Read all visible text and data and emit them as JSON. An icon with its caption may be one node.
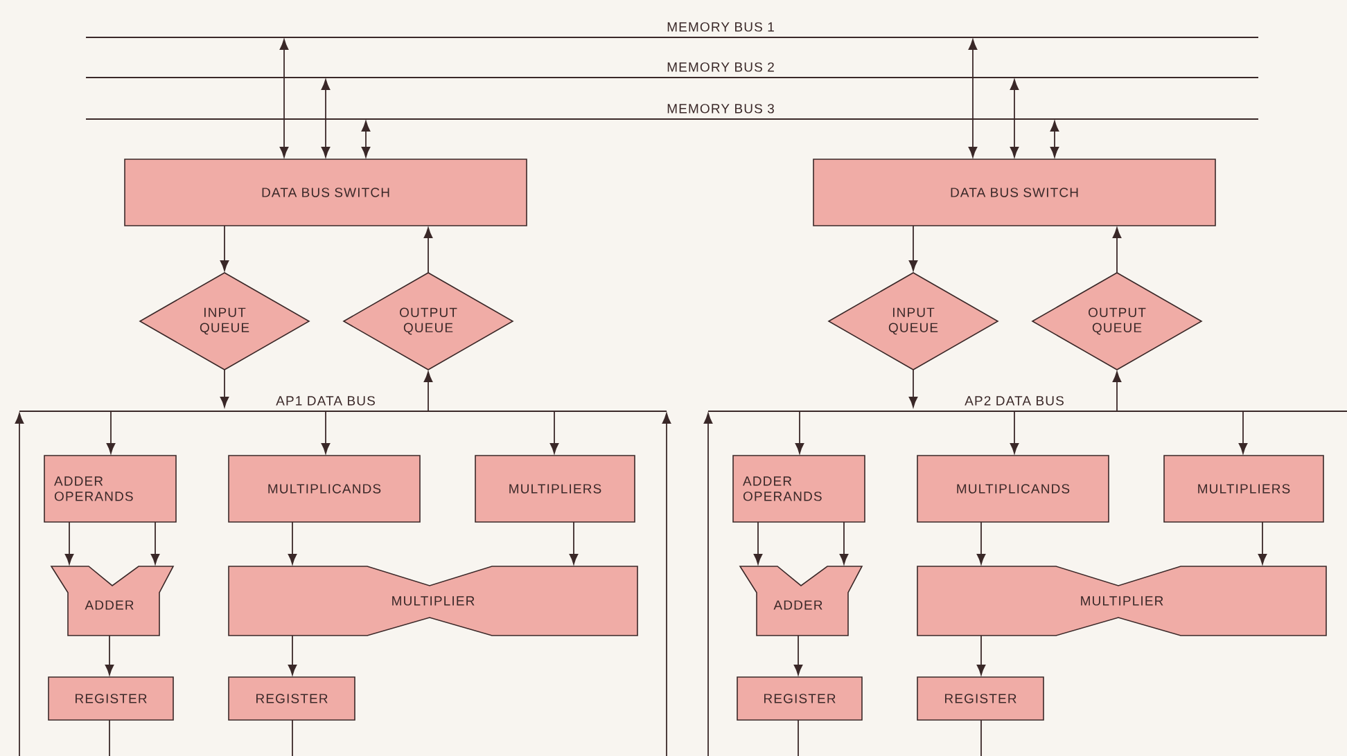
{
  "diagram": {
    "nodes": [
      {
        "text": [],
        "shape": "line",
        "beside": [
          "MEMORY BUS 1"
        ]
      },
      {
        "text": [],
        "shape": "line",
        "beside": [
          "MEMORY BUS 2"
        ]
      },
      {
        "text": [],
        "shape": "line",
        "beside": [
          "MEMORY BUS 3"
        ]
      },
      {
        "text": [
          "DATA BUS SWITCH"
        ]
      },
      {
        "text": [
          "INPUT QUEUE"
        ]
      },
      {
        "text": [
          "OUTPUT QUEUE"
        ]
      },
      {
        "text": [],
        "shape": "line",
        "beside": [
          "AP1 DATA BUS"
        ]
      },
      {
        "text": [
          "ADDER OPERANDS"
        ]
      },
      {
        "text": [
          "MULTIPLICANDS"
        ]
      },
      {
        "text": [
          "MULTIPLIERS"
        ]
      },
      {
        "text": [
          "ADDER"
        ]
      },
      {
        "text": [
          "MULTIPLIER"
        ]
      },
      {
        "text": [
          "REGISTER"
        ]
      },
      {
        "text": [
          "REGISTER"
        ]
      },
      {
        "text": [
          "DATA BUS SWITCH"
        ]
      },
      {
        "text": [
          "INPUT QUEUE"
        ]
      },
      {
        "text": [
          "OUTPUT QUEUE"
        ]
      },
      {
        "text": [],
        "shape": "line",
        "beside": [
          "AP2 DATA BUS"
        ]
      },
      {
        "text": [
          "ADDER OPERANDS"
        ]
      },
      {
        "text": [
          "MULTIPLICANDS"
        ]
      },
      {
        "text": [
          "MULTIPLIERS"
        ]
      },
      {
        "text": [
          "ADDER"
        ]
      },
      {
        "text": [
          "MULTIPLIER"
        ]
      },
      {
        "text": [
          "REGISTER"
        ]
      },
      {
        "text": [
          "REGISTER"
        ]
      }
    ],
    "edges": [
      {
        "from": 0,
        "to": 3,
        "arrow": "both"
      },
      {
        "from": 1,
        "to": 3,
        "arrow": "both"
      },
      {
        "from": 2,
        "to": 3,
        "arrow": "both"
      },
      {
        "from": 3,
        "to": 4,
        "arrow": "to"
      },
      {
        "from": 5,
        "to": 3,
        "arrow": "to"
      },
      {
        "from": 4,
        "to": 6,
        "arrow": "to"
      },
      {
        "from": 6,
        "to": 5,
        "arrow": "to"
      },
      {
        "from": 6,
        "to": 7,
        "arrow": "to"
      },
      {
        "from": 6,
        "to": 8,
        "arrow": "to"
      },
      {
        "from": 6,
        "to": 9,
        "arrow": "to"
      },
      {
        "from": 7,
        "to": 10,
        "arrow": "to"
      },
      {
        "from": 7,
        "to": 10,
        "arrow": "to"
      },
      {
        "from": 8,
        "to": 11,
        "arrow": "to"
      },
      {
        "from": 9,
        "to": 11,
        "arrow": "to"
      },
      {
        "from": 10,
        "to": 12,
        "arrow": "to"
      },
      {
        "from": 11,
        "to": 13,
        "arrow": "to"
      },
      {
        "from": 12,
        "to": null,
        "arrow": "none"
      },
      {
        "from": 13,
        "to": null,
        "arrow": "none"
      },
      {
        "from": null,
        "to": 6,
        "arrow": "to"
      },
      {
        "from": null,
        "to": 6,
        "arrow": "to"
      },
      {
        "from": 0,
        "to": 14,
        "arrow": "both"
      },
      {
        "from": 1,
        "to": 14,
        "arrow": "both"
      },
      {
        "from": 2,
        "to": 14,
        "arrow": "both"
      },
      {
        "from": 14,
        "to": 15,
        "arrow": "to"
      },
      {
        "from": 16,
        "to": 14,
        "arrow": "to"
      },
      {
        "from": 15,
        "to": 17,
        "arrow": "to"
      },
      {
        "from": 17,
        "to": 16,
        "arrow": "to"
      },
      {
        "from": 17,
        "to": 18,
        "arrow": "to"
      },
      {
        "from": 17,
        "to": 19,
        "arrow": "to"
      },
      {
        "from": 17,
        "to": 20,
        "arrow": "to"
      },
      {
        "from": 18,
        "to": 21,
        "arrow": "to"
      },
      {
        "from": 18,
        "to": 21,
        "arrow": "to"
      },
      {
        "from": 19,
        "to": 22,
        "arrow": "to"
      },
      {
        "from": 20,
        "to": 22,
        "arrow": "to"
      },
      {
        "from": 21,
        "to": 23,
        "arrow": "to"
      },
      {
        "from": 22,
        "to": 24,
        "arrow": "to"
      },
      {
        "from": 23,
        "to": null,
        "arrow": "none"
      },
      {
        "from": 24,
        "to": null,
        "arrow": "none"
      },
      {
        "from": null,
        "to": 17,
        "arrow": "to"
      }
    ]
  }
}
